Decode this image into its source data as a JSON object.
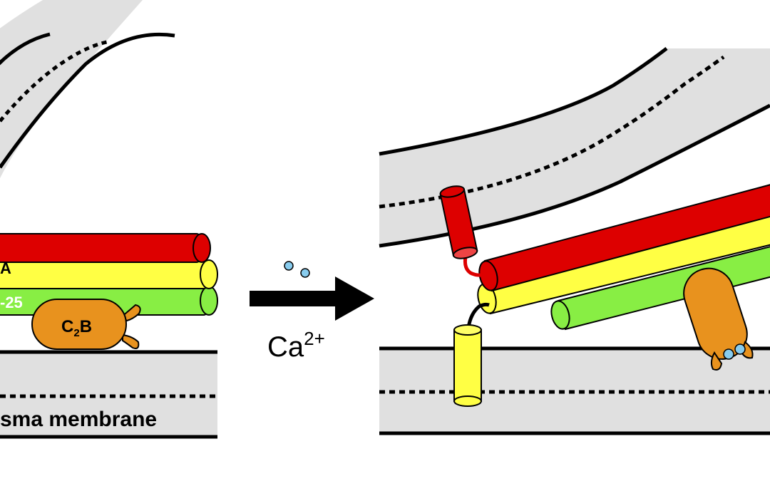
{
  "labels": {
    "left_helix_partial": "A",
    "snap25_partial": "-25",
    "c2b_main": "C",
    "c2b_sub": "2",
    "c2b_tail": "B",
    "membrane": "sma membrane",
    "calcium_main": "Ca",
    "calcium_super": "2+"
  },
  "colors": {
    "red": "#dd0000",
    "yellow": "#ffff44",
    "green": "#88ee44",
    "orange": "#e8921e",
    "membrane_fill": "#e0e0e0",
    "ion": "#88ccee",
    "ink": "#000000"
  }
}
